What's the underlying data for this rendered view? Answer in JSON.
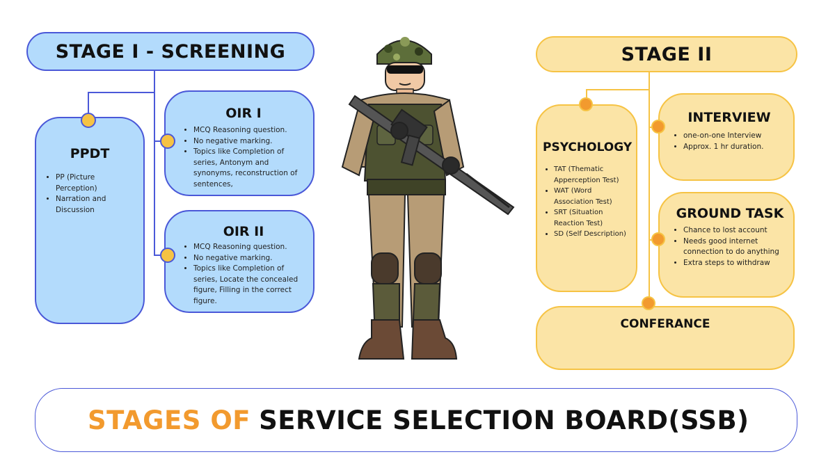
{
  "stage1": {
    "title": "STAGE I - SCREENING",
    "ppdt": {
      "title": "PPDT",
      "items": [
        "PP (Picture Perception)",
        "Narration and Discussion"
      ]
    },
    "oir1": {
      "title": "OIR I",
      "items": [
        "MCQ Reasoning question.",
        "No negative marking.",
        "Topics like Completion of series, Antonym and synonyms, reconstruction of sentences,"
      ]
    },
    "oir2": {
      "title": "OIR II",
      "items": [
        "MCQ Reasoning question.",
        "No negative marking.",
        "Topics like Completion of series, Locate the concealed figure, Filling in the correct figure."
      ]
    }
  },
  "stage2": {
    "title": "STAGE II",
    "psychology": {
      "title": "PSYCHOLOGY",
      "items": [
        "TAT (Thematic Apperception Test)",
        "WAT (Word Association Test)",
        "SRT (Situation Reaction Test)",
        "SD (Self Description)"
      ]
    },
    "interview": {
      "title": "INTERVIEW",
      "items": [
        "one-on-one Interview",
        "Approx. 1 hr duration."
      ]
    },
    "ground_task": {
      "title": "GROUND TASK",
      "items": [
        "Chance to lost account",
        "Needs good internet connection to do anything",
        "Extra steps to withdraw"
      ]
    },
    "conference": {
      "title": "CONFERANCE"
    }
  },
  "banner": {
    "accent": "STAGES OF",
    "main": "SERVICE SELECTION BOARD(SSB)"
  },
  "colors": {
    "blue_fill": "#b3dbfc",
    "blue_border": "#4a58d8",
    "yellow_fill": "#fbe4a6",
    "yellow_border": "#f6c344",
    "orange": "#f29a2e"
  },
  "illustration": {
    "icon": "soldier-illustration"
  }
}
